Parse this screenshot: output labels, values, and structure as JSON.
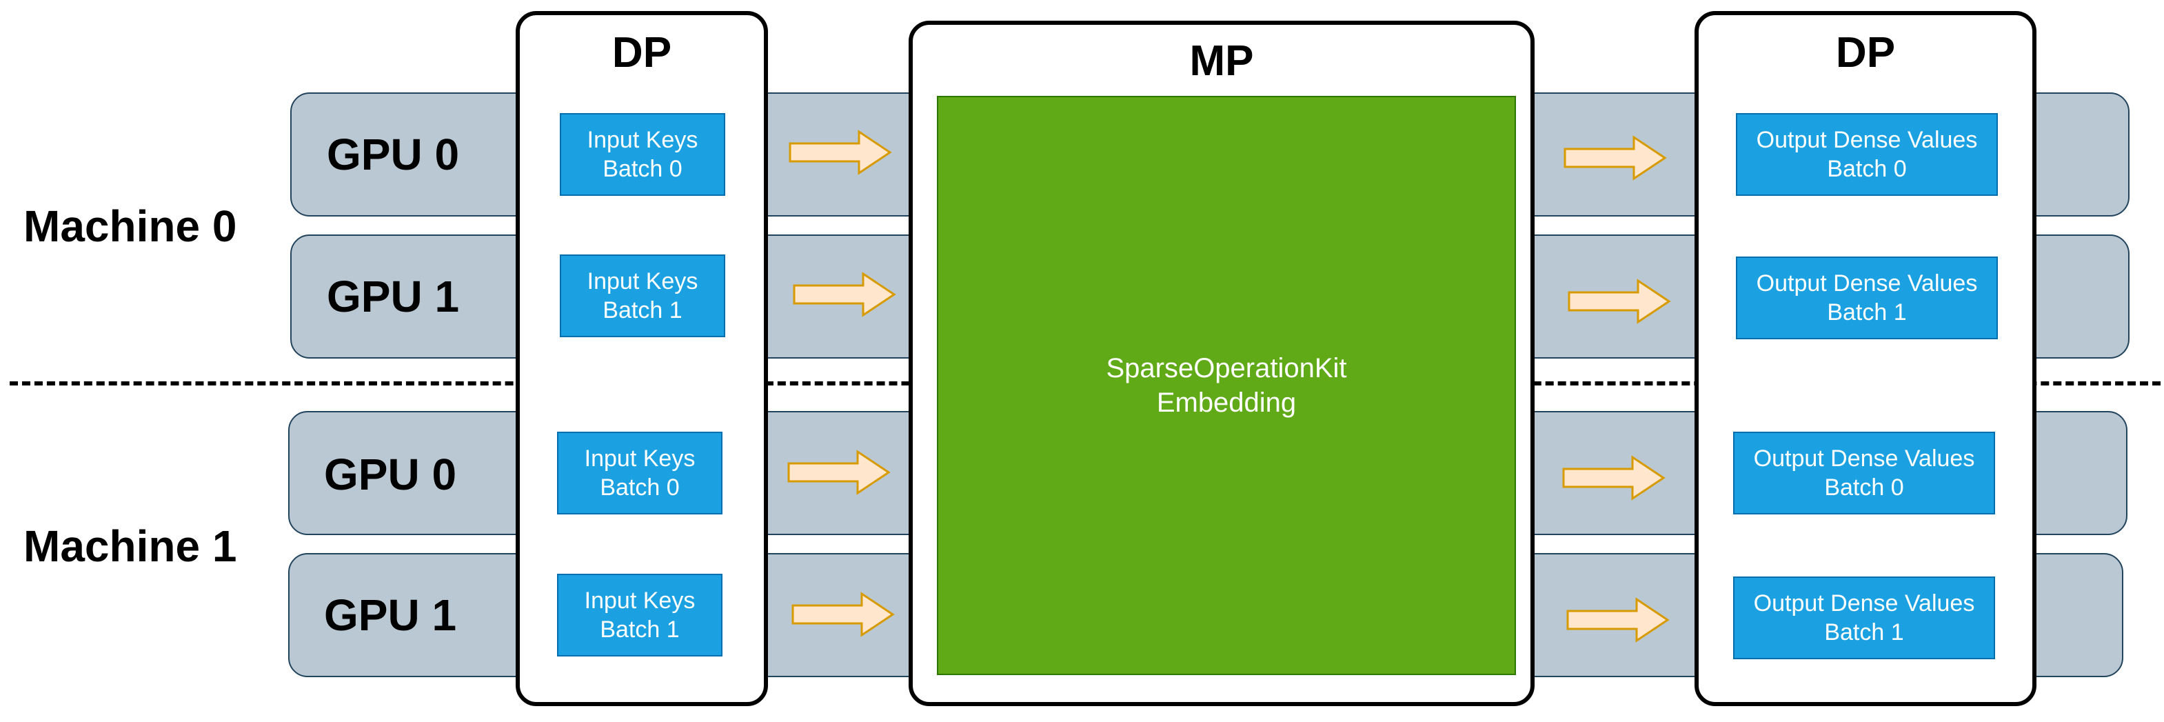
{
  "machines": [
    {
      "label": "Machine 0",
      "gpus": [
        {
          "label": "GPU 0",
          "input": [
            "Input Keys",
            "Batch 0"
          ],
          "output": [
            "Output Dense Values",
            "Batch 0"
          ]
        },
        {
          "label": "GPU 1",
          "input": [
            "Input Keys",
            "Batch 1"
          ],
          "output": [
            "Output Dense Values",
            "Batch 1"
          ]
        }
      ]
    },
    {
      "label": "Machine 1",
      "gpus": [
        {
          "label": "GPU 0",
          "input": [
            "Input Keys",
            "Batch 0"
          ],
          "output": [
            "Output Dense Values",
            "Batch 0"
          ]
        },
        {
          "label": "GPU 1",
          "input": [
            "Input Keys",
            "Batch 1"
          ],
          "output": [
            "Output Dense Values",
            "Batch 1"
          ]
        }
      ]
    }
  ],
  "panels": {
    "left": "DP",
    "center": "MP",
    "right": "DP"
  },
  "core": {
    "line1": "SparseOperationKit",
    "line2": "Embedding"
  },
  "colors": {
    "lane_fill": "#bac8d3",
    "lane_stroke": "#23445d",
    "box_fill": "#1ba1e2",
    "core_fill": "#60a917",
    "arrow_fill": "#ffe6cc",
    "arrow_stroke": "#d79b00"
  }
}
